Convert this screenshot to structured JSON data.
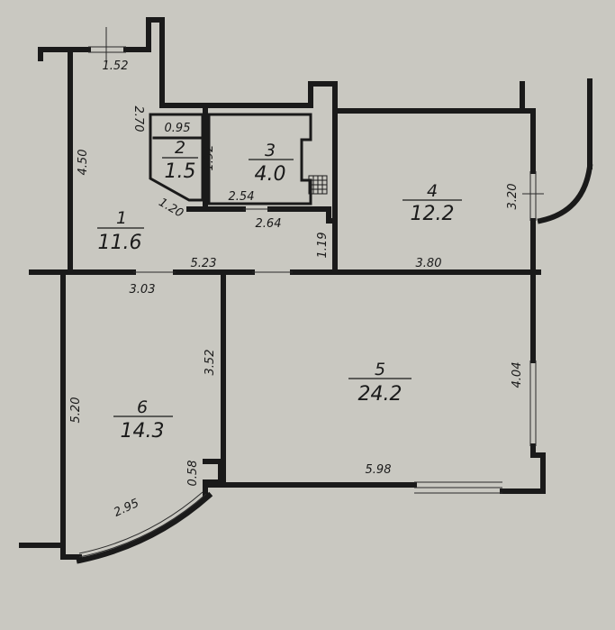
{
  "rooms": [
    {
      "number": "1",
      "area": "11.6"
    },
    {
      "number": "2",
      "area": "1.5"
    },
    {
      "number": "3",
      "area": "4.0"
    },
    {
      "number": "4",
      "area": "12.2"
    },
    {
      "number": "5",
      "area": "24.2"
    },
    {
      "number": "6",
      "area": "14.3"
    }
  ],
  "dimensions": {
    "top_window": "1.52",
    "bath_diag": "2.70",
    "room2_width": "0.95",
    "room2_height": "1.92",
    "room2_bevel": "1.20",
    "room3_width": "2.54",
    "hall_left": "4.50",
    "hall_bottom": "2.64",
    "hall_notch": "1.19",
    "hall_width": "5.23",
    "room6_width": "3.03",
    "room4_width": "3.80",
    "room4_height": "3.20",
    "room5_inner": "3.52",
    "room5_height": "4.04",
    "room5_width": "5.98",
    "room6_height": "5.20",
    "room6_small": "0.58",
    "room6_arc": "2.95"
  }
}
